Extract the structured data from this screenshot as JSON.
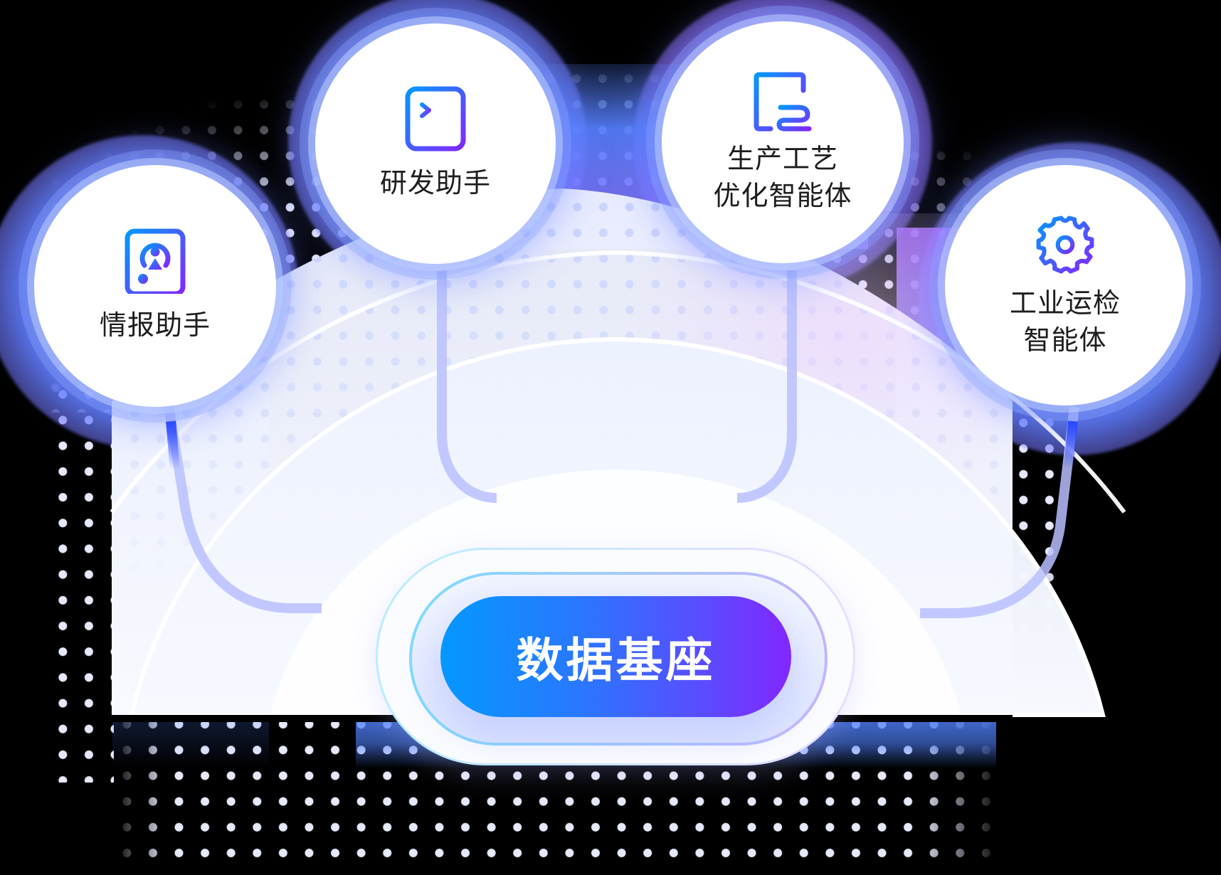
{
  "diagram": {
    "nodes": [
      {
        "id": "intelligence-assistant",
        "label_lines": [
          "情报助手"
        ],
        "icon": "person-badge-icon"
      },
      {
        "id": "rd-assistant",
        "label_lines": [
          "研发助手"
        ],
        "icon": "terminal-icon"
      },
      {
        "id": "process-optimization-agent",
        "label_lines": [
          "生产工艺",
          "优化智能体"
        ],
        "icon": "process-document-icon"
      },
      {
        "id": "industrial-inspection-agent",
        "label_lines": [
          "工业运检",
          "智能体"
        ],
        "icon": "gear-icon"
      }
    ],
    "base": {
      "label": "数据基座"
    },
    "edges": [
      {
        "from": "intelligence-assistant",
        "to": "base"
      },
      {
        "from": "rd-assistant",
        "to": "base"
      },
      {
        "from": "process-optimization-agent",
        "to": "base"
      },
      {
        "from": "industrial-inspection-agent",
        "to": "base"
      }
    ]
  },
  "colors": {
    "background": "#000000",
    "dot": "#e6e9fb",
    "gradient_start": "#0498fe",
    "gradient_end": "#8326ff",
    "connector": "#c3c9ff",
    "connector_accent": "#1438ff",
    "label_text": "#1d1d1f"
  }
}
